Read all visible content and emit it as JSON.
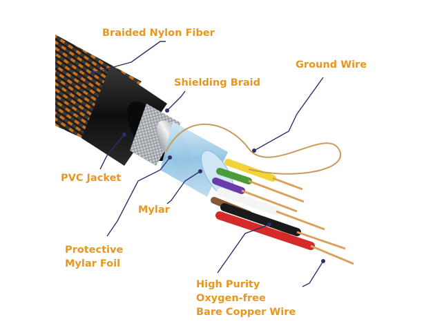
{
  "colors": {
    "label": "#e8961e",
    "leader": "#2a2e6a",
    "braid_dark": "#1c1c1c",
    "braid_orange": "#d4761c",
    "jacket": "#141414",
    "shield": "#bfc3c7",
    "mylar": "#a9cde6",
    "copper": "#d9a15c"
  },
  "labels": {
    "braided_nylon": "Braided Nylon Fiber",
    "shielding_braid": "Shielding Braid",
    "ground_wire": "Ground Wire",
    "pvc_jacket": "PVC Jacket",
    "mylar": "Mylar",
    "protective_line1": "Protective",
    "protective_line2": "Mylar Foil",
    "copper_line1": "High Purity",
    "copper_line2": "Oxygen-free",
    "copper_line3": "Bare Copper Wire"
  }
}
